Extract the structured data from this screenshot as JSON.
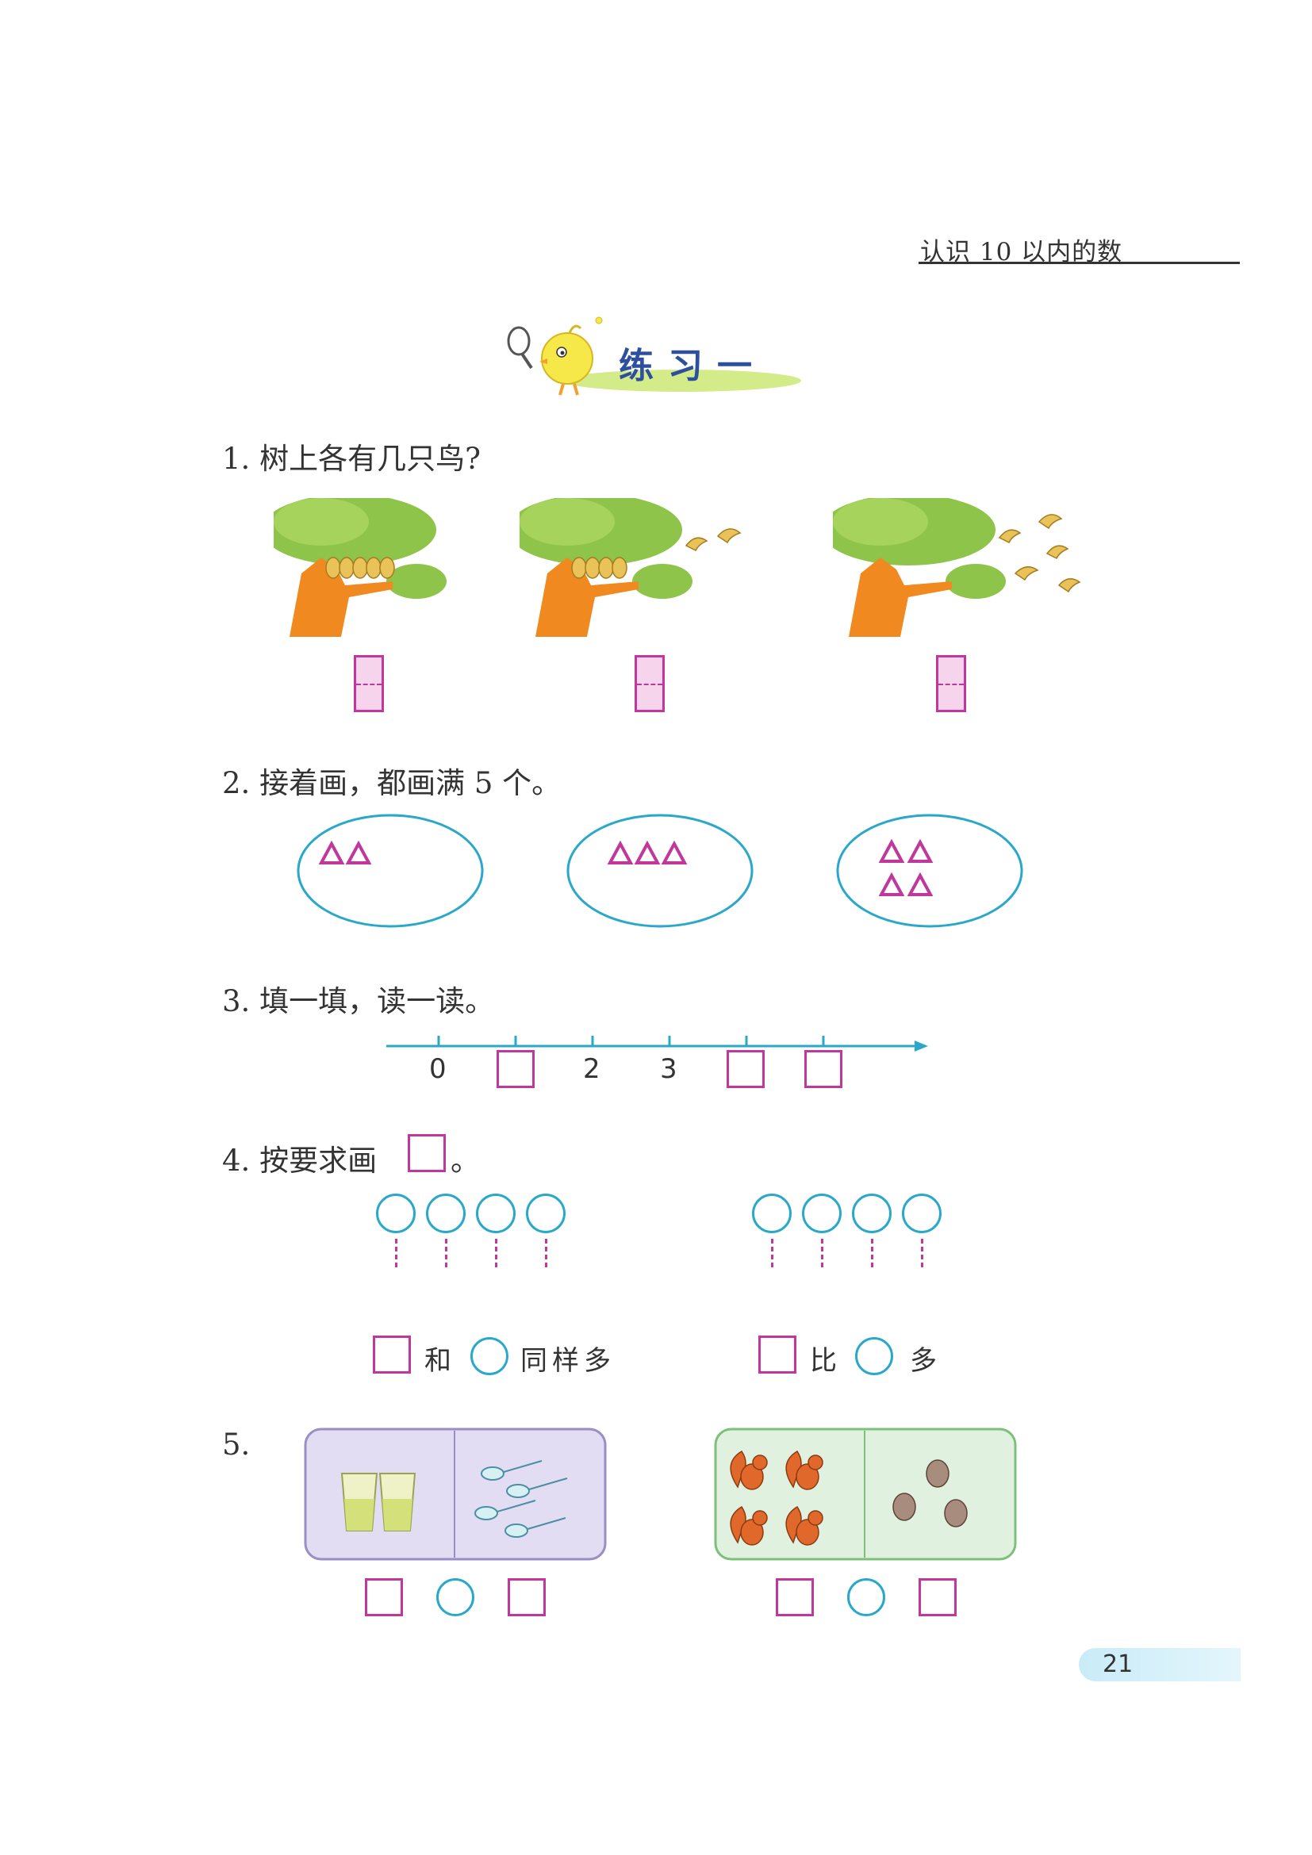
{
  "header": {
    "section": "认识 10 以内的数"
  },
  "title": "练习一",
  "q1": {
    "label": "1. 树上各有几只鸟?"
  },
  "q2": {
    "label": "2. 接着画，都画满 5 个。"
  },
  "q3": {
    "label": "3. 填一填，读一读。",
    "ticks": [
      "0",
      "2",
      "3"
    ]
  },
  "q4": {
    "label": "4. 按要求画",
    "label_end": "。",
    "left_caption_a": "和",
    "left_caption_b": "同样多",
    "right_caption_a": "比",
    "right_caption_b": "多"
  },
  "q5": {
    "label": "5."
  },
  "page_number": "21",
  "colors": {
    "accent_pink": "#c0389b",
    "accent_blue": "#2aa8c9",
    "title_blue": "#2d4f9e"
  }
}
